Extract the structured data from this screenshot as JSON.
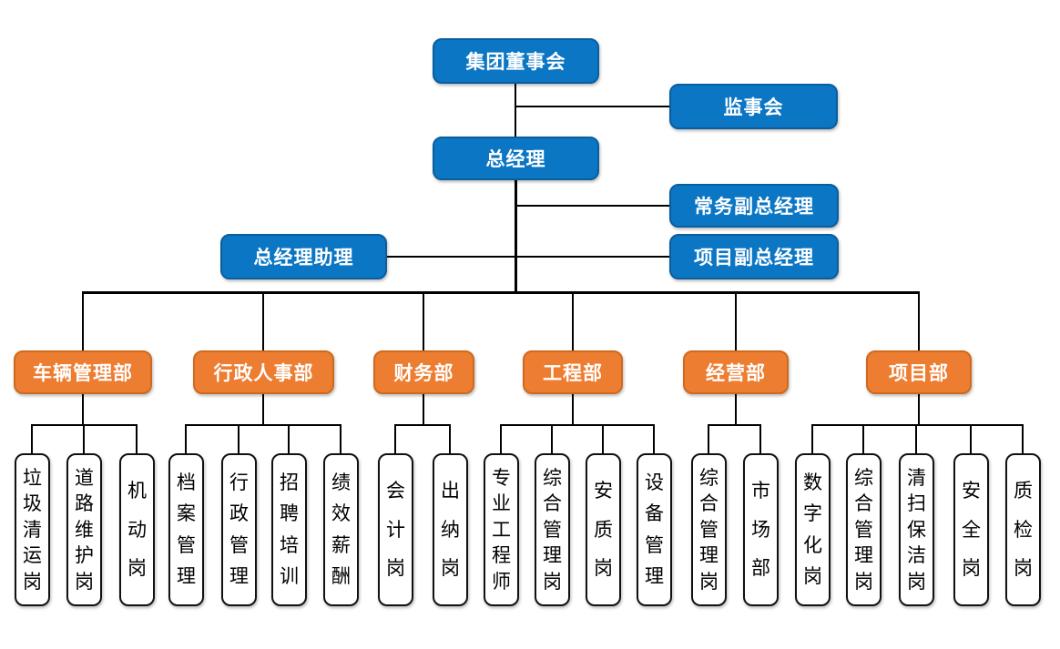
{
  "colors": {
    "blue": "#0B76C4",
    "blueBorder": "#0A5E9E",
    "orange": "#ED7D31",
    "orangeBorder": "#CE6A1F",
    "line": "#000000"
  },
  "org": {
    "board": {
      "label": "集团董事会"
    },
    "supervisory_board": {
      "label": "监事会"
    },
    "general_manager": {
      "label": "总经理"
    },
    "executive_deputy_gm": {
      "label": "常务副总经理"
    },
    "gm_assistant": {
      "label": "总经理助理"
    },
    "project_deputy_gm": {
      "label": "项目副总经理"
    },
    "departments": [
      {
        "label": "车辆管理部",
        "positions": [
          "垃圾清运岗",
          "道路维护岗",
          "机动岗"
        ]
      },
      {
        "label": "行政人事部",
        "positions": [
          "档案管理",
          "行政管理",
          "招聘培训",
          "绩效薪酬"
        ]
      },
      {
        "label": "财务部",
        "positions": [
          "会计岗",
          "出纳岗"
        ]
      },
      {
        "label": "工程部",
        "positions": [
          "专业工程师",
          "综合管理岗",
          "安质岗",
          "设备管理"
        ]
      },
      {
        "label": "经营部",
        "positions": [
          "综合管理岗",
          "市场部"
        ]
      },
      {
        "label": "项目部",
        "positions": [
          "数字化岗",
          "综合管理岗",
          "清扫保洁岗",
          "安全岗",
          "质检岗"
        ]
      }
    ]
  }
}
